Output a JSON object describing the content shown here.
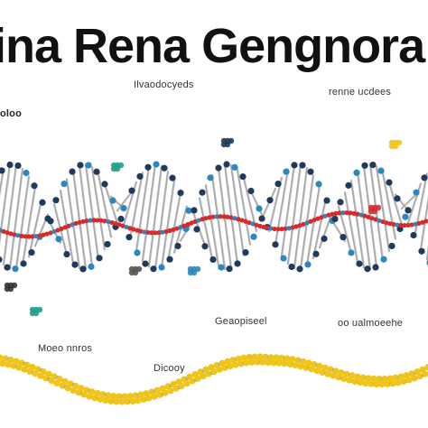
{
  "title": "ina Rena Gengnora",
  "labels": {
    "top_center": "Ilvaodocyeds",
    "top_right": "renne ucdees",
    "left": "oloo",
    "mid_center": "Geaopiseel",
    "mid_right": "oo ualmoeehe",
    "bottom_left": "Moeo nnros",
    "bottom_center": "Dicooy"
  },
  "colors": {
    "strand_dark": "#1f3a5c",
    "strand_blue": "#2e86c1",
    "backbone_red": "#d62b2b",
    "rung_gray": "#9a9a9a",
    "rna_yellow": "#f0c419",
    "rna_blue": "#7fa7c9",
    "teal": "#1f9e89"
  }
}
